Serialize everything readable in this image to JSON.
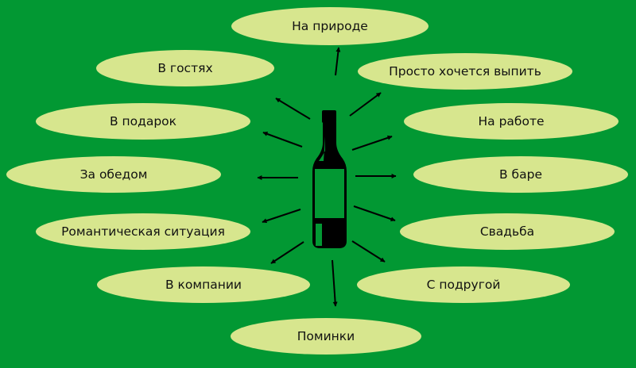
{
  "colors": {
    "background": "#029833",
    "ellipse_fill": "#d7e68e",
    "text": "#111111",
    "arrow": "#000000"
  },
  "center": {
    "icon": "wine-bottle-icon"
  },
  "nodes": [
    {
      "id": "na-prirode",
      "label": "На природе"
    },
    {
      "id": "v-gostyah",
      "label": "В гостях"
    },
    {
      "id": "prosto-hochetsya-vypit",
      "label": "Просто хочется выпить"
    },
    {
      "id": "v-podarok",
      "label": "В подарок"
    },
    {
      "id": "na-rabote",
      "label": "На работе"
    },
    {
      "id": "za-obedom",
      "label": "За обедом"
    },
    {
      "id": "v-bare",
      "label": "В баре"
    },
    {
      "id": "romanticheskaya-situaciya",
      "label": "Романтическая ситуация"
    },
    {
      "id": "svadba",
      "label": "Свадьба"
    },
    {
      "id": "v-kompanii",
      "label": "В компании"
    },
    {
      "id": "s-podrugoy",
      "label": "С подругой"
    },
    {
      "id": "pominki",
      "label": "Поминки"
    }
  ]
}
